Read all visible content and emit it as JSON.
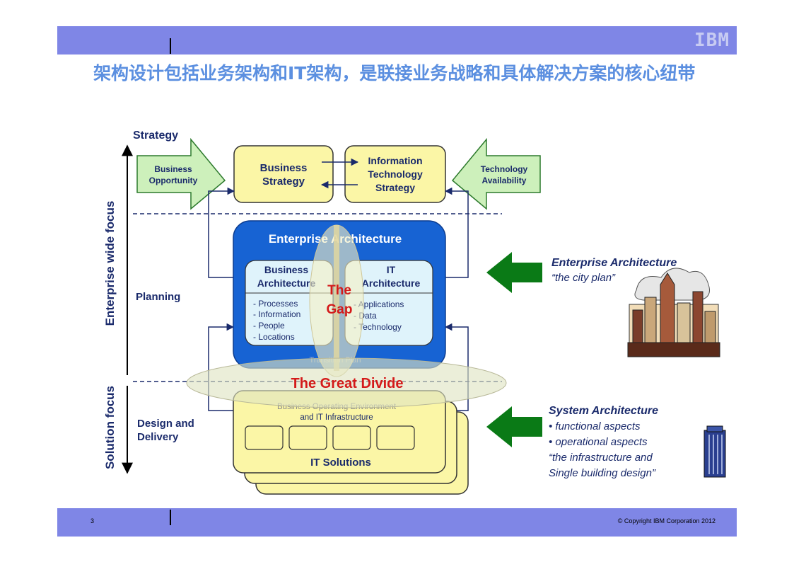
{
  "title": "架构设计包括业务架构和IT架构，是联接业务战略和具体解决方案的核心纽带",
  "logo": "IBM",
  "footer": {
    "page": "3",
    "copyright": "© Copyright IBM Corporation 2012"
  },
  "diagram": {
    "strategy_label": "Strategy",
    "enterprise_focus": "Enterprise wide focus",
    "solution_focus": "Solution focus",
    "planning": "Planning",
    "design_delivery": [
      "Design and",
      "Delivery"
    ],
    "business_opportunity": [
      "Business",
      "Opportunity"
    ],
    "technology_availability": [
      "Technology",
      "Availability"
    ],
    "business_strategy": [
      "Business",
      "Strategy"
    ],
    "it_strategy": [
      "Information",
      "Technology",
      "Strategy"
    ],
    "ea_title": "Enterprise Architecture",
    "business_arch": [
      "Business",
      "Architecture"
    ],
    "it_arch": [
      "IT",
      "Architecture"
    ],
    "business_items": [
      "- Processes",
      "- Information",
      "- People",
      "- Locations"
    ],
    "it_items": [
      "- Applications",
      "- Data",
      "- Technology"
    ],
    "gap": [
      "The",
      "Gap"
    ],
    "transition_plan": "Transition Plan",
    "great_divide": "The Great Divide",
    "boe": "Business Operating Environment",
    "infra": "and IT Infrastructure",
    "it_solutions": "IT Solutions",
    "ea_side_title": "Enterprise Architecture",
    "ea_side_sub": "“the city plan”",
    "sa_side_title": "System Architecture",
    "sa_side_lines": [
      "• functional aspects",
      "• operational aspects",
      "“the infrastructure and",
      "Single building design”"
    ],
    "colors": {
      "blue_box": "#1763d3",
      "yellow_box": "#fbf6a6",
      "green_arrow": "#cdf0bb",
      "side_arrow": "#0a7a16",
      "red_text": "#d41a1a"
    }
  }
}
